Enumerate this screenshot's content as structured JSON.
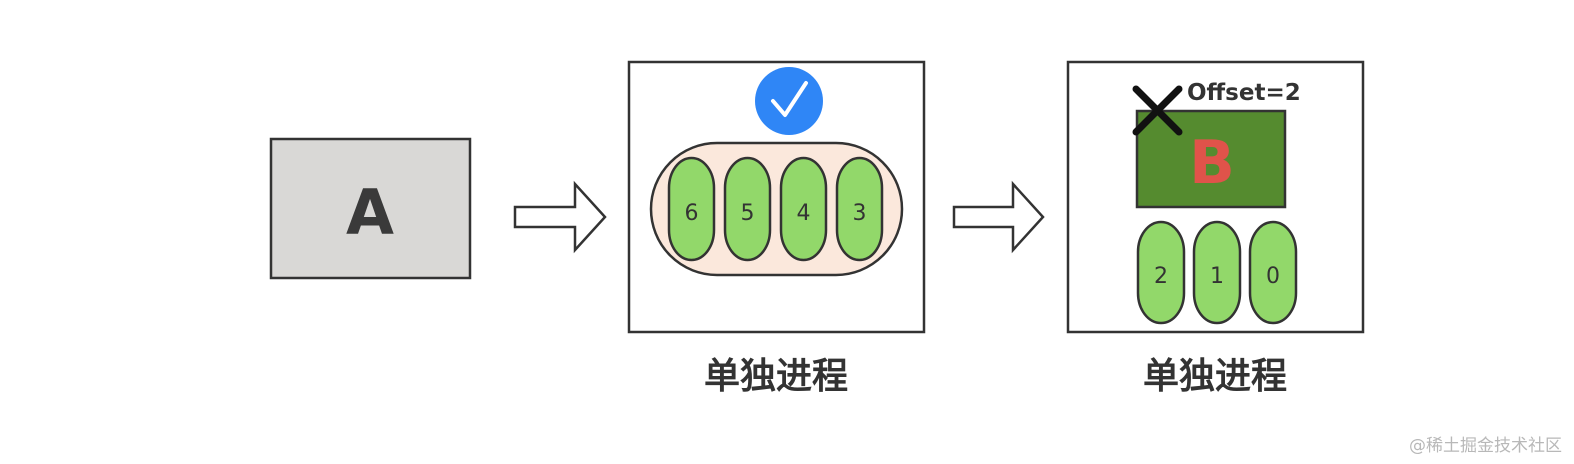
{
  "box_a": {
    "label": "A",
    "fill": "#d9d8d6",
    "text_color": "#3a3a3a"
  },
  "process_1": {
    "caption": "单独进程",
    "check_icon": "check-circle-icon",
    "check_color": "#2f86f6",
    "container_fill": "#fbe8dc",
    "messages": [
      "6",
      "5",
      "4",
      "3"
    ]
  },
  "process_2": {
    "caption": "单独进程",
    "offset_label": "Offset=2",
    "cross_icon": "x-mark-icon",
    "box_b": {
      "label": "B",
      "fill": "#558b2f",
      "text_color": "#e0534a"
    },
    "messages": [
      "2",
      "1",
      "0"
    ]
  },
  "colors": {
    "message_fill": "#92d86a",
    "stroke": "#333333"
  },
  "watermark": "@稀土掘金技术社区"
}
